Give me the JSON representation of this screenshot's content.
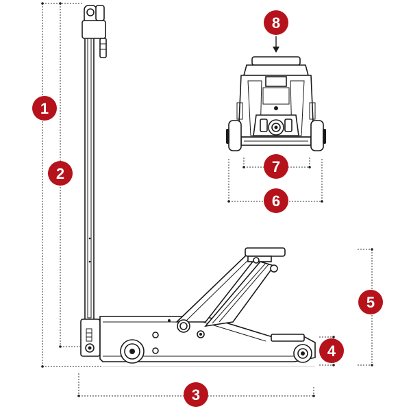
{
  "badge_color": "#b5121b",
  "badges": [
    "1",
    "2",
    "3",
    "4",
    "5",
    "6",
    "7",
    "8"
  ]
}
